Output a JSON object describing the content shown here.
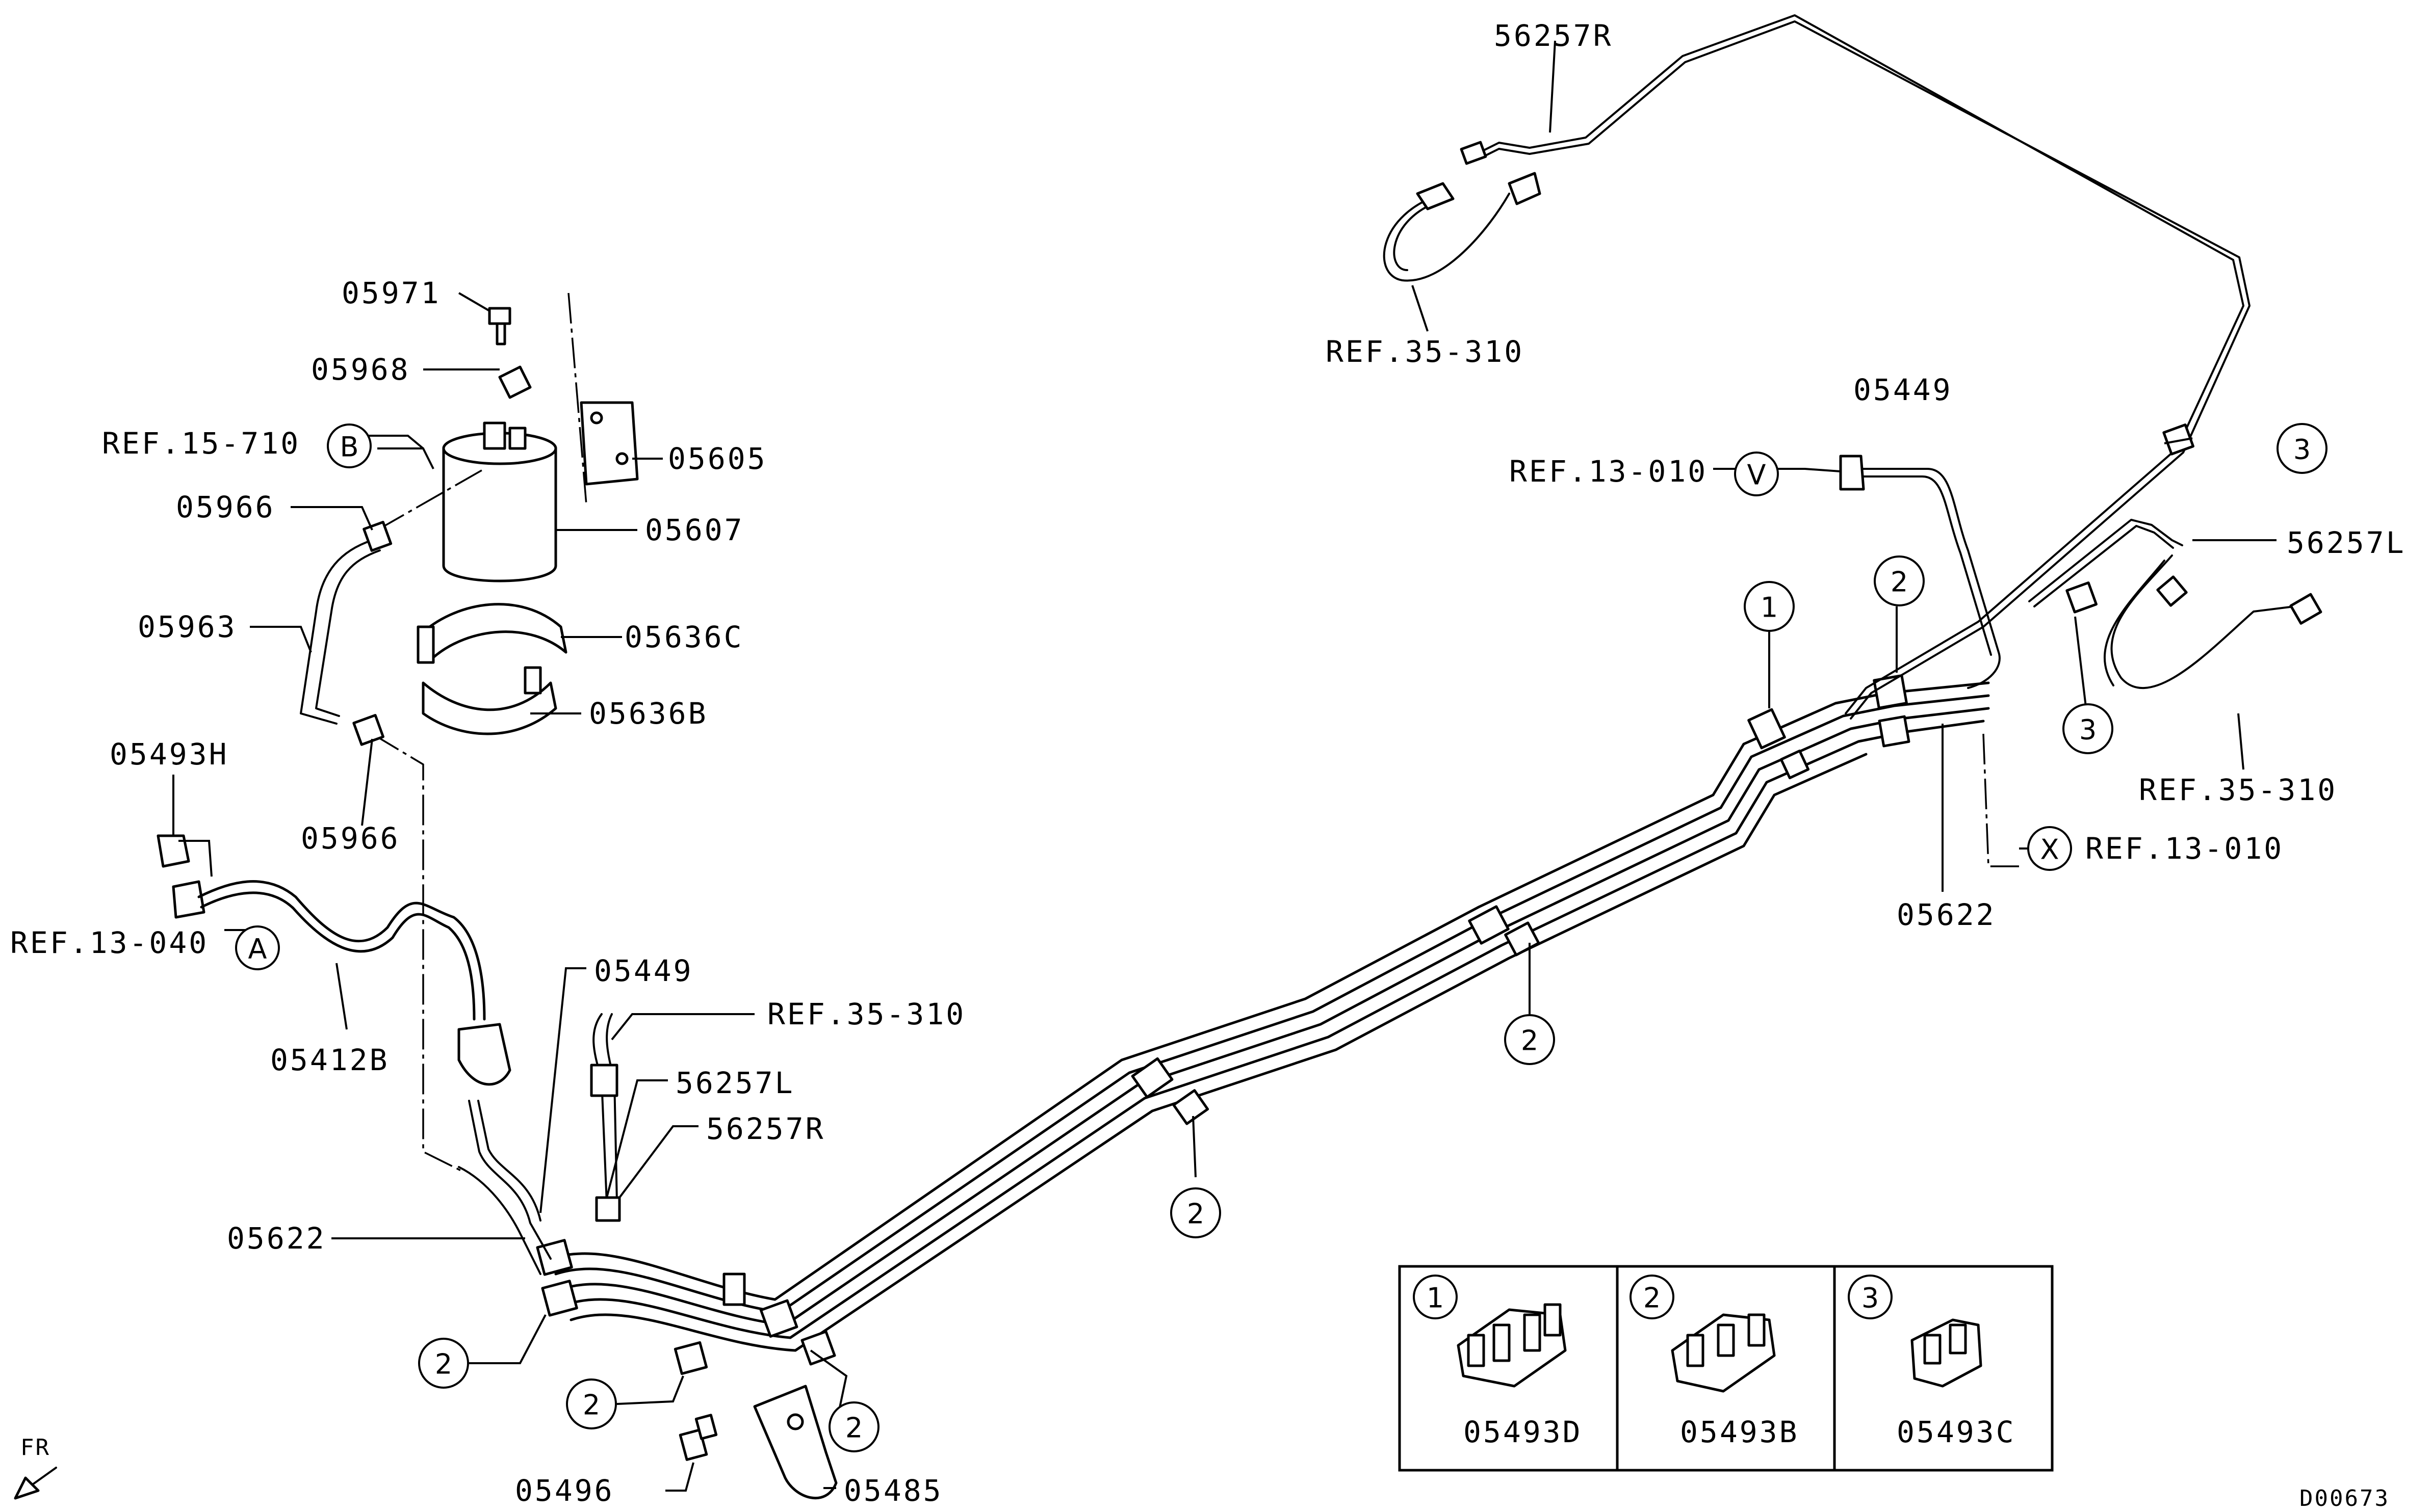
{
  "labels": {
    "p56257R_top": "56257R",
    "ref35_310_top": "REF.35-310",
    "p05971": "05971",
    "p05968": "05968",
    "ref15_710": "REF.15-710",
    "p05605": "05605",
    "p05966_a": "05966",
    "p05607": "05607",
    "p05963": "05963",
    "p05636C": "05636C",
    "p05636B": "05636B",
    "p05493H": "05493H",
    "p05966_b": "05966",
    "ref13_040": "REF.13-040",
    "p05412B": "05412B",
    "p05449_mid": "05449",
    "ref35_310_mid": "REF.35-310",
    "p56257L_mid": "56257L",
    "p56257R_mid": "56257R",
    "p05622_left": "05622",
    "p05496": "05496",
    "p05485": "05485",
    "p05449_right": "05449",
    "ref13_010_v": "REF.13-010",
    "p56257L_right": "56257L",
    "ref35_310_right": "REF.35-310",
    "ref13_010_x": "REF.13-010",
    "p05622_right": "05622",
    "diagram_code": "D00673",
    "fr": "FR"
  },
  "letters": {
    "A": "A",
    "B": "B",
    "V": "V",
    "X": "X"
  },
  "callouts": {
    "one": "1",
    "two": "2",
    "three": "3"
  },
  "legend": [
    {
      "num": "1",
      "part": "05493D"
    },
    {
      "num": "2",
      "part": "05493B"
    },
    {
      "num": "3",
      "part": "05493C"
    }
  ]
}
